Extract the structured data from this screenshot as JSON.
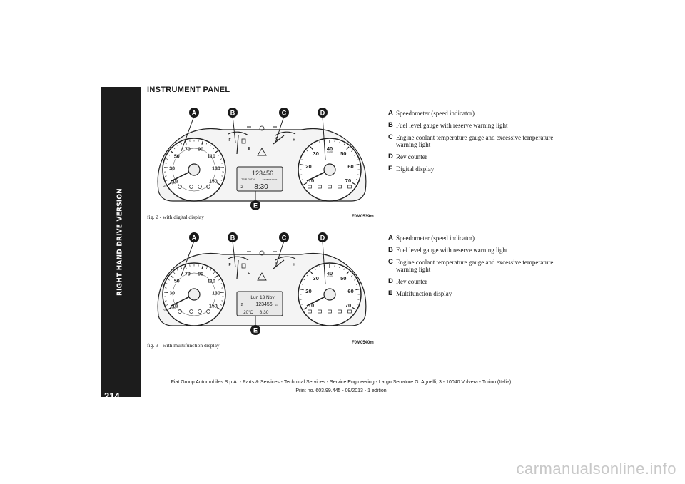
{
  "sidebar": {
    "label": "RIGHT HAND DRIVE VERSION"
  },
  "page_number": "214",
  "section_title": "INSTRUMENT PANEL",
  "figures": [
    {
      "caption": "fig. 2 - with digital display",
      "code": "F0M0539m",
      "callouts": [
        "A",
        "B",
        "C",
        "D",
        "E"
      ],
      "display": {
        "line1": "123456",
        "line2": "TRIP TOTAL",
        "line3": "STDBRMAAUX",
        "time": "8:30",
        "gear": "2"
      },
      "legend": [
        {
          "letter": "A",
          "text": "Speedometer (speed indicator)"
        },
        {
          "letter": "B",
          "text": "Fuel level gauge with reserve warning light"
        },
        {
          "letter": "C",
          "text": "Engine coolant temperature gauge and excessive temperature warning light"
        },
        {
          "letter": "D",
          "text": "Rev counter"
        },
        {
          "letter": "E",
          "text": "Digital display"
        }
      ]
    },
    {
      "caption": "fig. 3 - with multifunction display",
      "code": "F0M0540m",
      "callouts": [
        "A",
        "B",
        "C",
        "D",
        "E"
      ],
      "display": {
        "line1": "Lun 13 Nov",
        "line2": "123456",
        "unit": "km",
        "temp": "20°C",
        "time": "8:30",
        "gear": "2"
      },
      "legend": [
        {
          "letter": "A",
          "text": "Speedometer (speed indicator)"
        },
        {
          "letter": "B",
          "text": "Fuel level gauge with reserve warning light"
        },
        {
          "letter": "C",
          "text": "Engine coolant temperature gauge and excessive temperature warning light"
        },
        {
          "letter": "D",
          "text": "Rev counter"
        },
        {
          "letter": "E",
          "text": "Multifunction display"
        }
      ]
    }
  ],
  "gauges": {
    "speedo_major": [
      "10",
      "30",
      "50",
      "70",
      "90",
      "110",
      "130",
      "150"
    ],
    "speedo_unit": "mph",
    "tacho": [
      "10",
      "20",
      "30",
      "40",
      "50",
      "60",
      "70"
    ],
    "tacho_unit": "x100",
    "fuel_labels": [
      "F",
      "E"
    ],
    "temp_labels": [
      "C",
      "H"
    ],
    "city": "CITY"
  },
  "footer": {
    "line1": "Fiat Group Automobiles S.p.A. - Parts & Services - Technical Services - Service Engineering - Largo Senatore G. Agnelli, 3 - 10040 Volvera - Torino (Italia)",
    "line2": "Print no. 603.99.445 - 09/2013 - 1 edition"
  },
  "watermark": "carmanualsonline.info"
}
